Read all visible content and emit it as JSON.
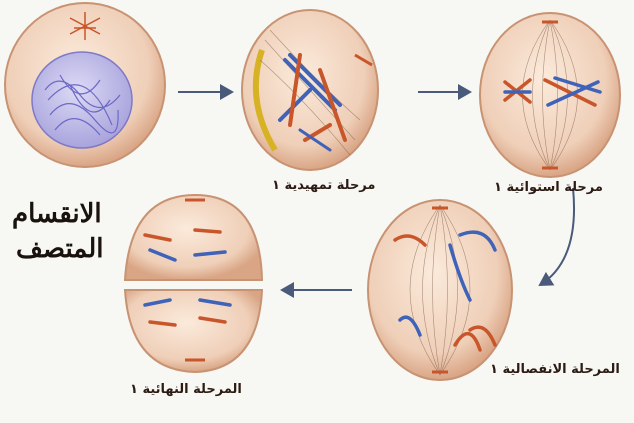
{
  "title": {
    "line1": "الانقسام",
    "line2": "المتصف"
  },
  "stages": [
    {
      "label": "مرحلة تمهيدية ١"
    },
    {
      "label": "مرحلة استوائية ١"
    },
    {
      "label": "المرحلة الانفصالية ١"
    },
    {
      "label": "المرحلة النهائية ١"
    }
  ],
  "colors": {
    "cell_fill": "#f1d7c3",
    "cell_edge": "#c89372",
    "chromosome_blue": "#3e63b8",
    "chromosome_red": "#c9552a",
    "nucleus": "#c7c4ea",
    "arrow": "#4a5a7a"
  }
}
